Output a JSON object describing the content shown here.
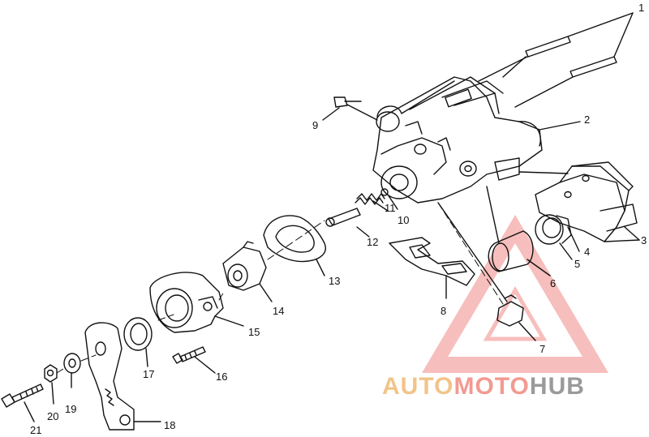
{
  "diagram": {
    "callouts": [
      {
        "id": "p1",
        "label": "1"
      },
      {
        "id": "p2",
        "label": "2"
      },
      {
        "id": "p3",
        "label": "3"
      },
      {
        "id": "p4",
        "label": "4"
      },
      {
        "id": "p5",
        "label": "5"
      },
      {
        "id": "p6",
        "label": "6"
      },
      {
        "id": "p7",
        "label": "7"
      },
      {
        "id": "p8",
        "label": "8"
      },
      {
        "id": "p9",
        "label": "9"
      },
      {
        "id": "p10",
        "label": "10"
      },
      {
        "id": "p11",
        "label": "11"
      },
      {
        "id": "p12",
        "label": "12"
      },
      {
        "id": "p13",
        "label": "13"
      },
      {
        "id": "p14",
        "label": "14"
      },
      {
        "id": "p15",
        "label": "15"
      },
      {
        "id": "p16",
        "label": "16"
      },
      {
        "id": "p17",
        "label": "17"
      },
      {
        "id": "p18",
        "label": "18"
      },
      {
        "id": "p19",
        "label": "19"
      },
      {
        "id": "p20",
        "label": "20"
      },
      {
        "id": "p21",
        "label": "21"
      }
    ]
  },
  "watermark": {
    "part1": "AUTO",
    "part2": "MOTO",
    "part3": "HUB",
    "colors": {
      "auto": "#f2c48a",
      "moto": "#f29a92",
      "hub": "#9a9a9a",
      "triangle": "#f08a86"
    }
  }
}
